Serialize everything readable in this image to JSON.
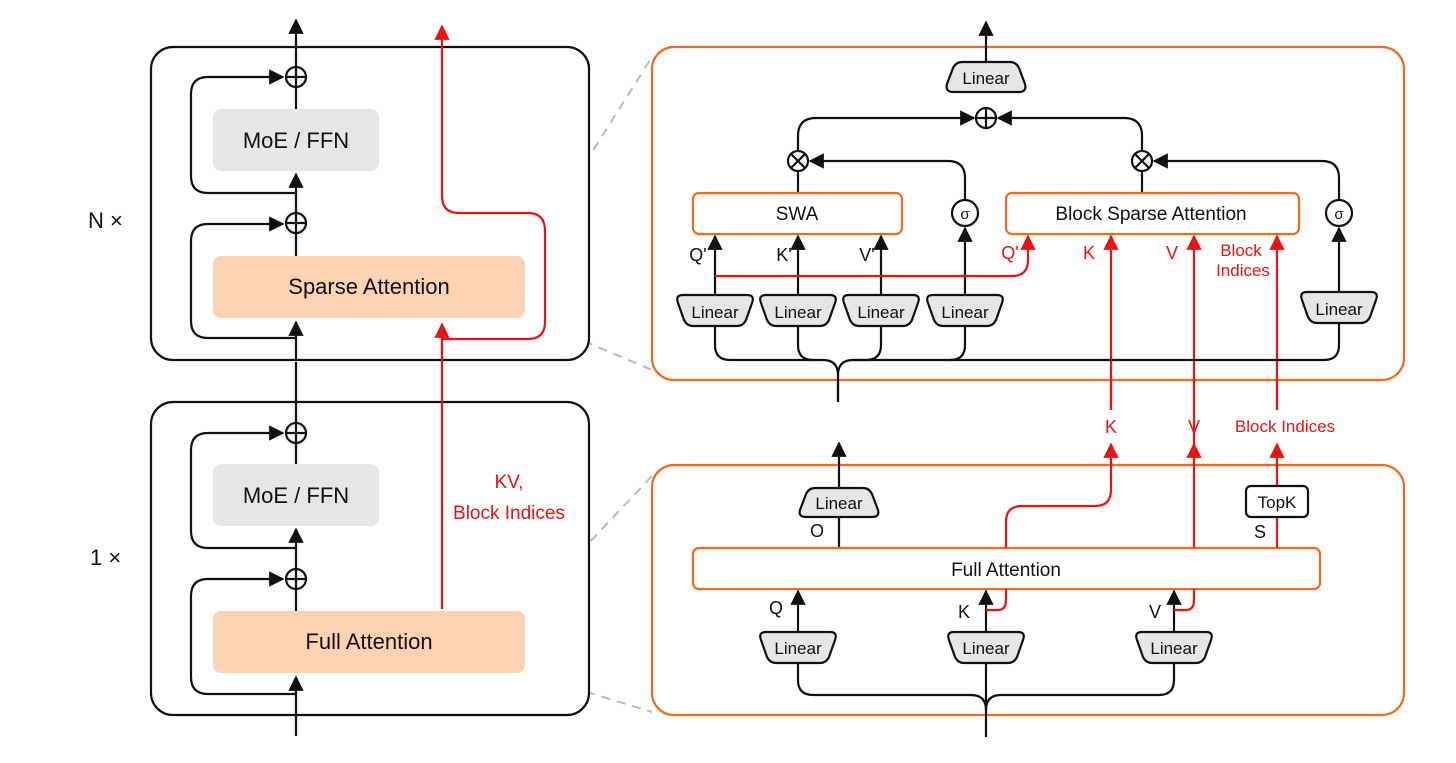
{
  "left": {
    "upper_block": {
      "repeat_label": "N ×",
      "ffn_label": "MoE / FFN",
      "attention_label": "Sparse Attention"
    },
    "lower_block": {
      "repeat_label": "1 ×",
      "ffn_label": "MoE / FFN",
      "attention_label": "Full Attention"
    },
    "cross_layer_label_line1": "KV,",
    "cross_layer_label_line2": "Block Indices"
  },
  "sparse_detail": {
    "output_linear": "Linear",
    "swa_label": "SWA",
    "bsa_label": "Block Sparse Attention",
    "sigma_symbol": "σ",
    "inputs": {
      "q_prime": "Q'",
      "k_prime": "K'",
      "v_prime": "V'",
      "q_prime_red": "Q'",
      "k": "K",
      "v": "V",
      "block_indices_line1": "Block",
      "block_indices_line2": "Indices"
    },
    "linears": [
      "Linear",
      "Linear",
      "Linear",
      "Linear",
      "Linear"
    ]
  },
  "between": {
    "k": "K",
    "v": "V",
    "block_indices": "Block Indices"
  },
  "full_detail": {
    "output_linear": "Linear",
    "o_label": "O",
    "full_attention_label": "Full Attention",
    "topk_label": "TopK",
    "s_label": "S",
    "q_label": "Q",
    "k_label": "K",
    "v_label": "V",
    "linears": [
      "Linear",
      "Linear",
      "Linear"
    ]
  },
  "colors": {
    "accent_orange": "#f26a1b",
    "signal_red": "#ee1111",
    "attention_fill": "#fdd3b4",
    "ffn_fill": "#e6e6e6"
  }
}
